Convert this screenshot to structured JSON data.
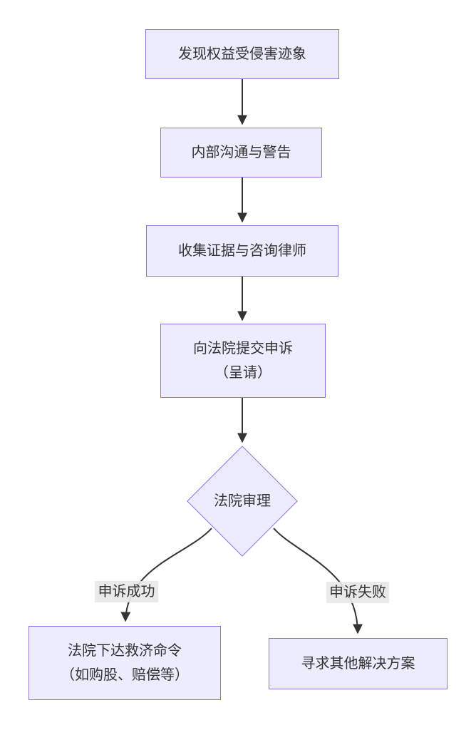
{
  "diagram": {
    "type": "flowchart",
    "direction": "top-down",
    "nodes": [
      {
        "id": "A",
        "shape": "rect",
        "label": "发现权益受侵害迹象"
      },
      {
        "id": "B",
        "shape": "rect",
        "label": "内部沟通与警告"
      },
      {
        "id": "C",
        "shape": "rect",
        "label": "收集证据与咨询律师"
      },
      {
        "id": "D",
        "shape": "rect",
        "label": "向法院提交申诉\n（呈请）"
      },
      {
        "id": "E",
        "shape": "diamond",
        "label": "法院审理"
      },
      {
        "id": "F",
        "shape": "rect",
        "label": "法院下达救济命令\n（如购股、赔偿等）"
      },
      {
        "id": "G",
        "shape": "rect",
        "label": "寻求其他解决方案"
      }
    ],
    "edges": [
      {
        "from": "A",
        "to": "B",
        "label": ""
      },
      {
        "from": "B",
        "to": "C",
        "label": ""
      },
      {
        "from": "C",
        "to": "D",
        "label": ""
      },
      {
        "from": "D",
        "to": "E",
        "label": ""
      },
      {
        "from": "E",
        "to": "F",
        "label": "申诉成功"
      },
      {
        "from": "E",
        "to": "G",
        "label": "申诉失败"
      }
    ],
    "colors": {
      "node_fill": "#ECECFF",
      "node_border": "#9370DB",
      "edge_line": "#333333",
      "text": "#333333",
      "edge_label_bg": "#e8e8e8"
    }
  }
}
